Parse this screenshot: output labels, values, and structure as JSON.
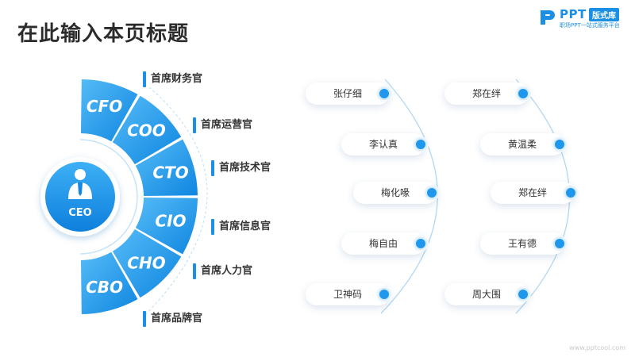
{
  "slide": {
    "title": "在此输入本页标题",
    "footer": "www.pptcool.com"
  },
  "logo": {
    "brand": "PPT",
    "badge": "版式库",
    "subtitle": "职场PPT一站式服务平台"
  },
  "ceo": {
    "label": "CEO",
    "icon": "person-tie-icon"
  },
  "segments": [
    "CFO",
    "COO",
    "CTO",
    "CIO",
    "CHO",
    "CBO"
  ],
  "roles": [
    "首席财务官",
    "首席运营官",
    "首席技术官",
    "首席信息官",
    "首席人力官",
    "首席品牌官"
  ],
  "left_names": [
    "张仔细",
    "李认真",
    "梅化喙",
    "梅自由",
    "卫神码"
  ],
  "right_names": [
    "郑在绊",
    "黄温柔",
    "郑在绊",
    "王有德",
    "周大围"
  ],
  "colors": {
    "accent": "#1a8fe3",
    "accent_light": "#4fb4f5"
  }
}
